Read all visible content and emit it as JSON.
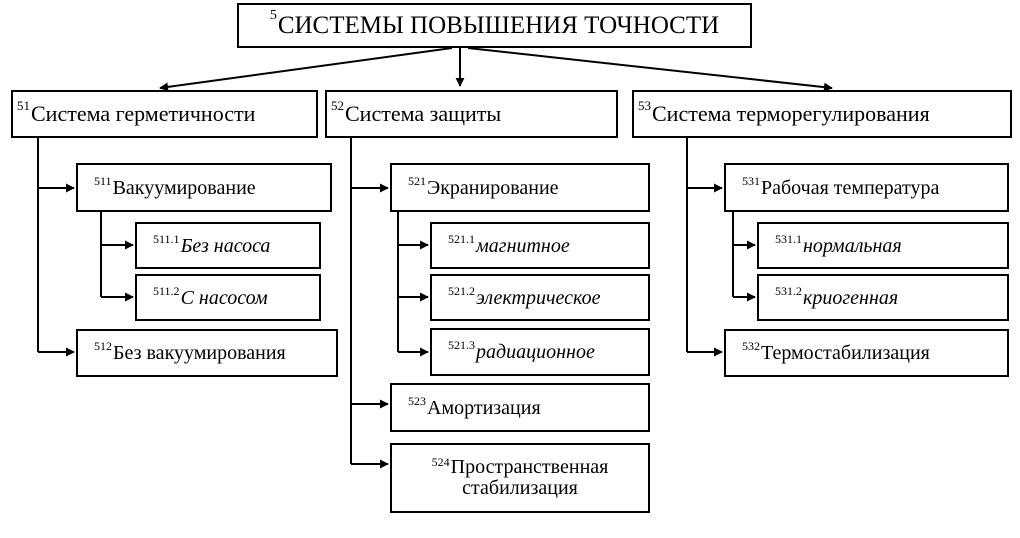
{
  "root": {
    "code": "5",
    "label": "СИСТЕМЫ ПОВЫШЕНИЯ ТОЧНОСТИ"
  },
  "groups": [
    {
      "code": "51",
      "label": "Система герметичности",
      "items": [
        {
          "code": "511",
          "label": "Вакуумирование",
          "children": [
            {
              "code": "511.1",
              "label": "Без насоса"
            },
            {
              "code": "511.2",
              "label": "С насосом"
            }
          ]
        },
        {
          "code": "512",
          "label": "Без вакуумирования"
        }
      ]
    },
    {
      "code": "52",
      "label": "Система защиты",
      "items": [
        {
          "code": "521",
          "label": "Экранирование",
          "children": [
            {
              "code": "521.1",
              "label": "магнитное"
            },
            {
              "code": "521.2",
              "label": "электрическое"
            },
            {
              "code": "521.3",
              "label": "радиационное"
            }
          ]
        },
        {
          "code": "523",
          "label": "Амортизация"
        },
        {
          "code": "524",
          "label": "Пространственная",
          "label2": "стабилизация"
        }
      ]
    },
    {
      "code": "53",
      "label": "Система терморегулирования",
      "items": [
        {
          "code": "531",
          "label": "Рабочая температура",
          "children": [
            {
              "code": "531.1",
              "label": "нормальная"
            },
            {
              "code": "531.2",
              "label": "криогенная"
            }
          ]
        },
        {
          "code": "532",
          "label": "Термостабилизация"
        }
      ]
    }
  ]
}
